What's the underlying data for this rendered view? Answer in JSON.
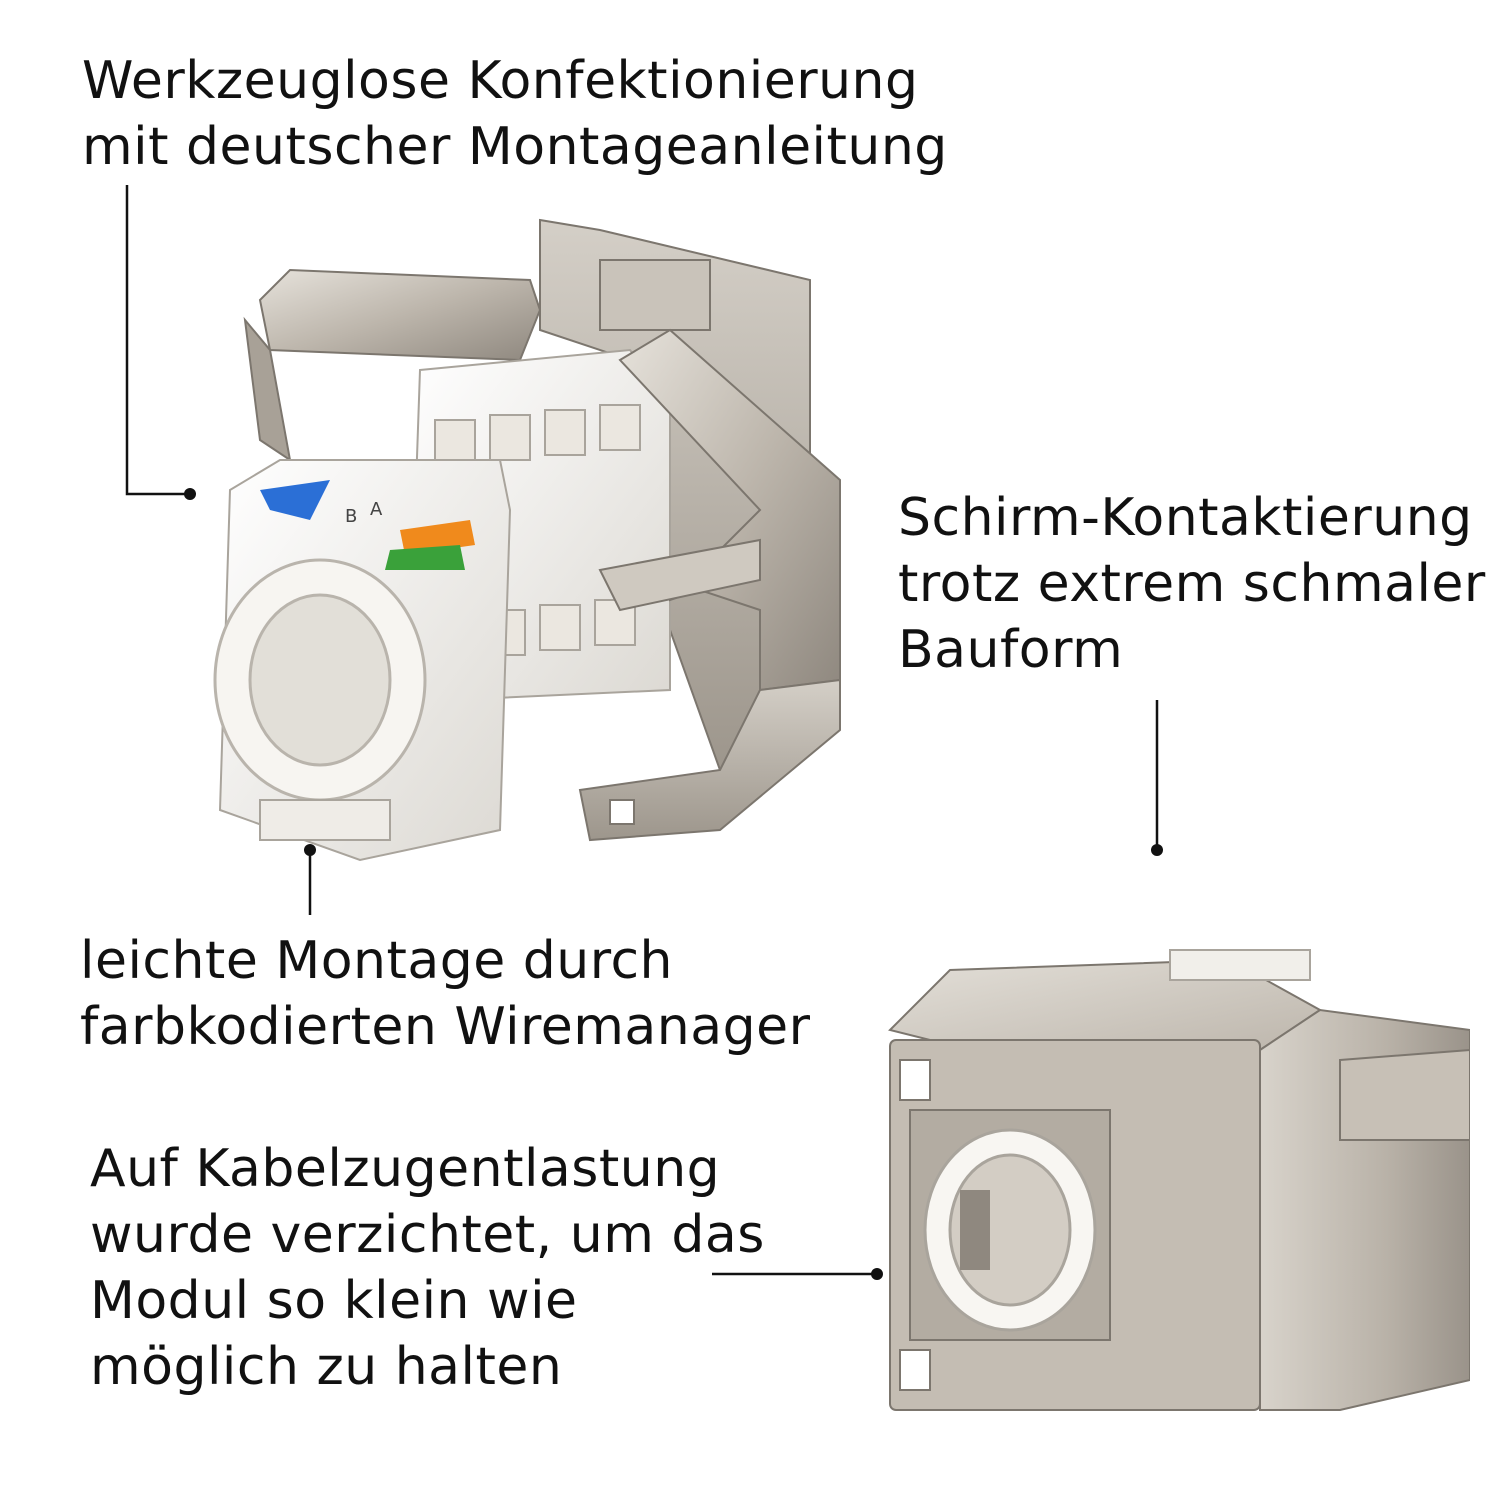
{
  "callouts": {
    "tool_free": {
      "line1": "Werkzeuglose Konfektionierung",
      "line2": "mit deutscher Montageanleitung"
    },
    "shield": {
      "line1": "Schirm-Kontaktierung",
      "line2": "trotz extrem schmaler",
      "line3": "Bauform"
    },
    "wiremanager": {
      "line1": "leichte Montage durch",
      "line2": "farbkodierten Wiremanager"
    },
    "strain_relief": {
      "line1": "Auf Kabelzugentlastung",
      "line2": "wurde verzichtet, um das",
      "line3": "Modul so klein wie",
      "line4": "möglich zu halten"
    }
  },
  "module_marks": {
    "a": "A",
    "b": "B"
  },
  "colors": {
    "metal_light": "#d9d4cc",
    "metal_mid": "#b8b1a7",
    "metal_dark": "#8c857c",
    "plastic": "#f4f2ee",
    "wire_blue": "#2b6fd6",
    "wire_orange": "#f08a1c",
    "wire_green": "#3aa13a"
  }
}
